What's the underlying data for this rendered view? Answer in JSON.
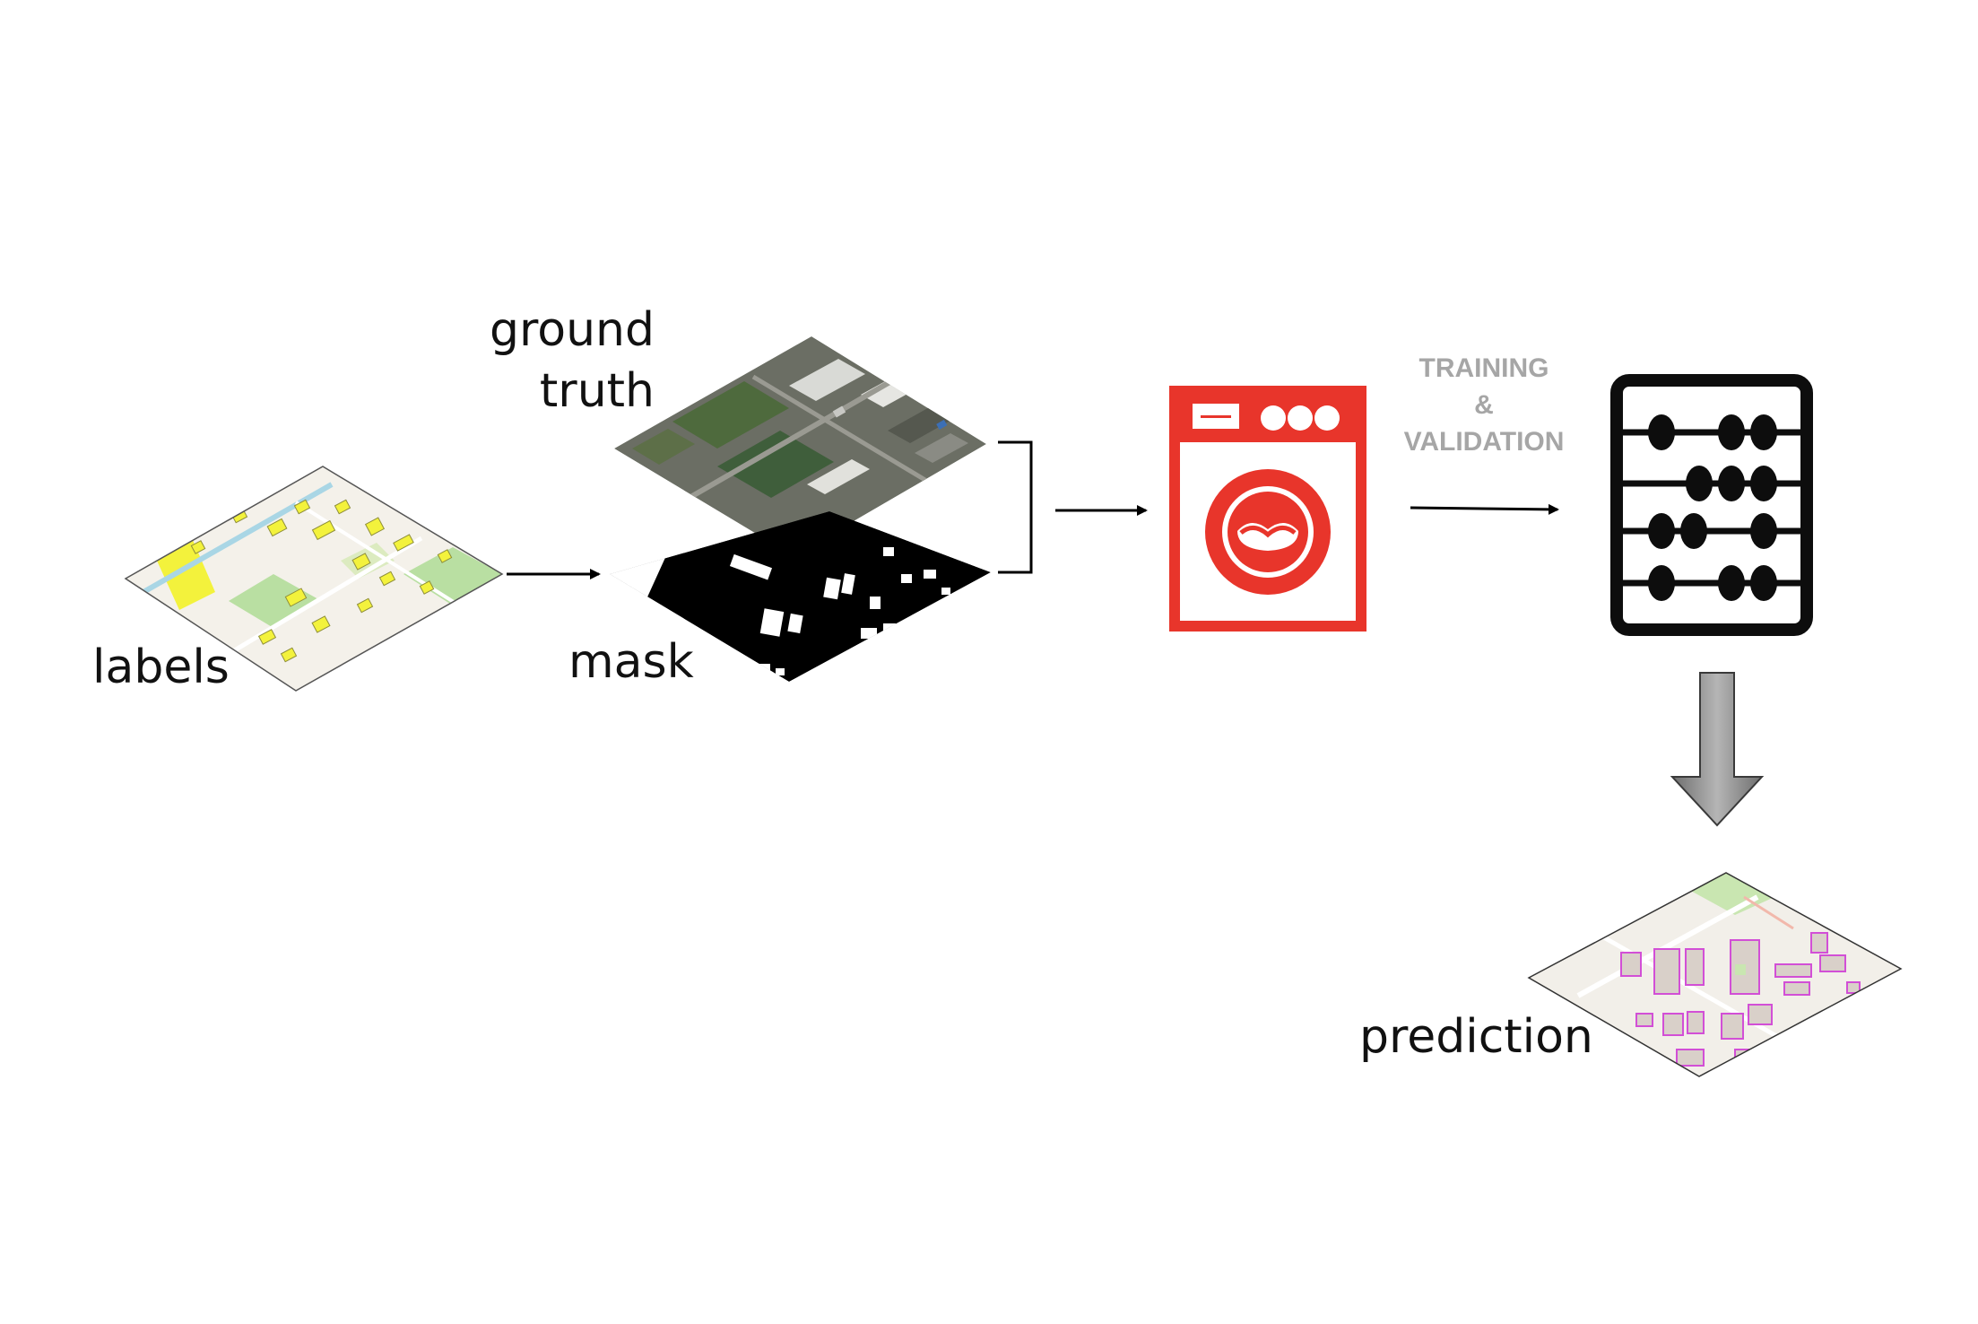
{
  "labels": {
    "labels_tile": "labels",
    "ground_truth_line1": "ground",
    "ground_truth_line2": "truth",
    "mask_tile": "mask",
    "prediction_tile": "prediction"
  },
  "process": {
    "step_line1": "TRAINING",
    "step_line2": "&",
    "step_line3": "VALIDATION"
  },
  "icons": {
    "machine": "washing-machine-icon",
    "model": "abacus-icon",
    "down_arrow": "down-arrow-icon"
  },
  "colors": {
    "machine": "#e8352b",
    "abacus": "#0d0d0d",
    "label_buildings": "#f3f23c",
    "prediction_outline": "#d24fd6",
    "step_text": "#a6a6a6"
  }
}
